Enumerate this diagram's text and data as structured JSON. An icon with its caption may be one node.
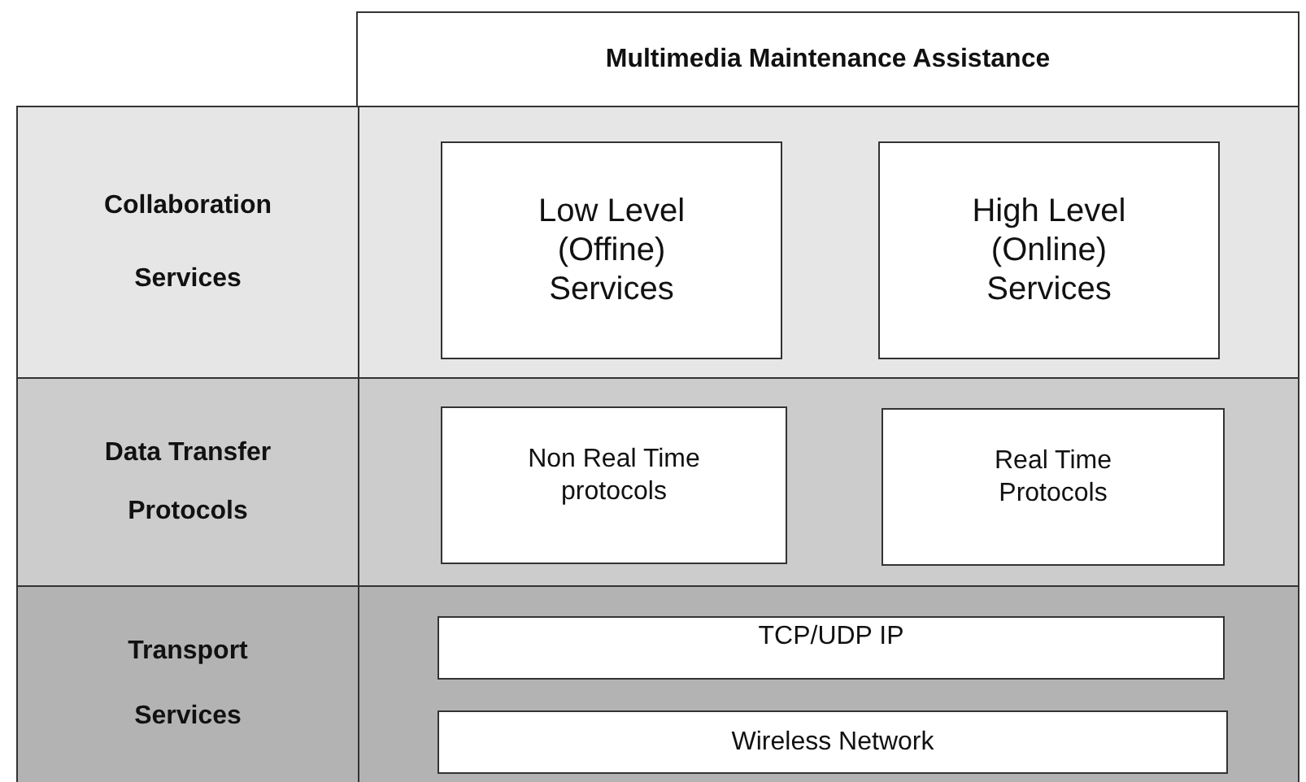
{
  "diagram": {
    "nodes": [
      {
        "text": [
          "Multimedia Maintenance Assistance"
        ]
      },
      {
        "text": [
          "Collaboration Services"
        ]
      },
      {
        "text": [
          "Low Level (Offine) Services"
        ],
        "in": 1
      },
      {
        "text": [
          "High Level (Online) Services"
        ],
        "in": 1
      },
      {
        "text": [
          "Data Transfer Protocols"
        ]
      },
      {
        "text": [
          "Non Real Time protocols"
        ],
        "in": 4
      },
      {
        "text": [
          "Real Time Protocols"
        ],
        "in": 4
      },
      {
        "text": [
          "Transport Services"
        ]
      },
      {
        "text": [
          "TCP/UDP IP"
        ],
        "in": 7
      },
      {
        "text": [
          "Wireless Network"
        ],
        "in": 7
      }
    ]
  }
}
